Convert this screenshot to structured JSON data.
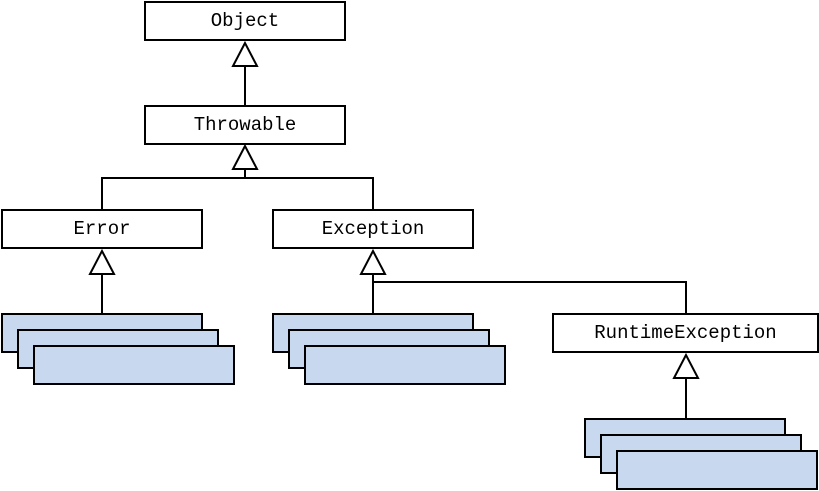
{
  "diagram": {
    "classes": {
      "object": "Object",
      "throwable": "Throwable",
      "error": "Error",
      "exception": "Exception",
      "runtime_exception": "RuntimeException"
    },
    "colors": {
      "box_fill": "#ffffff",
      "subclass_fill": "#c8d8ef",
      "stroke": "#000000"
    },
    "icons": {
      "generalization": "hollow-triangle-arrow"
    }
  }
}
